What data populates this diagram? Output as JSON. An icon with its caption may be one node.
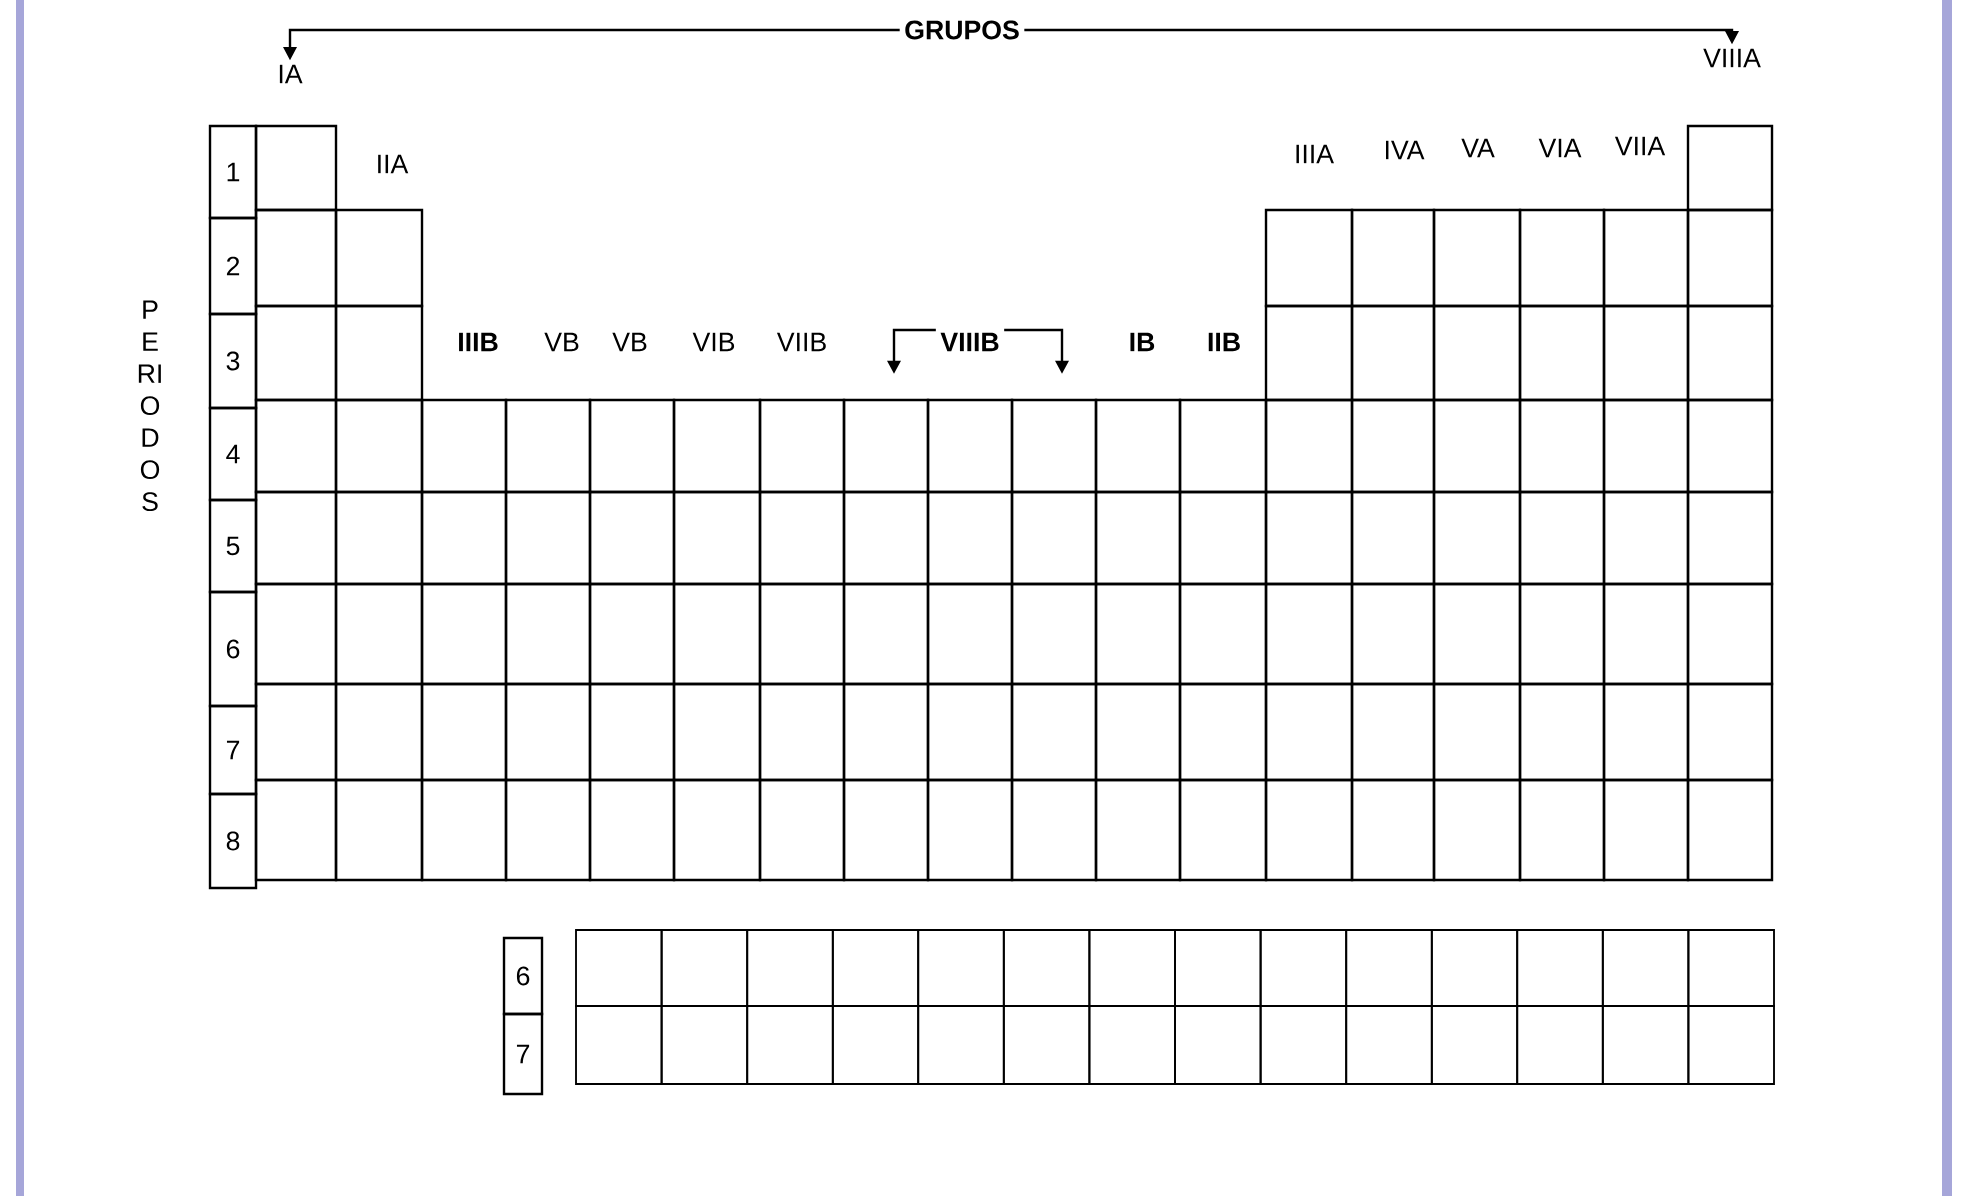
{
  "diagram": {
    "nodes": [
      {
        "text": [
          "GRUPOS"
        ]
      },
      {
        "text": [
          "IA"
        ]
      },
      {
        "text": [
          "VIIIA"
        ]
      },
      {
        "text": [
          "VIIIB"
        ]
      },
      {
        "text": [
          "1"
        ]
      },
      {
        "text": [
          "2"
        ]
      },
      {
        "text": [
          "3"
        ]
      },
      {
        "text": [
          "4"
        ]
      },
      {
        "text": [
          "5"
        ]
      },
      {
        "text": [
          "6"
        ]
      },
      {
        "text": [
          "7"
        ]
      },
      {
        "text": [
          "8"
        ]
      },
      {
        "text": [
          "6"
        ]
      },
      {
        "text": [
          "7"
        ]
      }
    ],
    "edges": [
      {
        "from": 0,
        "to": 1,
        "arrow": "to"
      },
      {
        "from": 0,
        "to": 2,
        "arrow": "to"
      },
      {
        "from": 3,
        "to": null,
        "arrow": "to"
      },
      {
        "from": 3,
        "to": null,
        "arrow": "to"
      }
    ],
    "labels": [
      "IIA",
      "IIIA",
      "IVA",
      "VA",
      "VIA",
      "VIIA",
      "PERIODOS",
      "IIIB",
      "VB",
      "VB",
      "VIB",
      "VIIB",
      "IB",
      "IIB"
    ]
  }
}
